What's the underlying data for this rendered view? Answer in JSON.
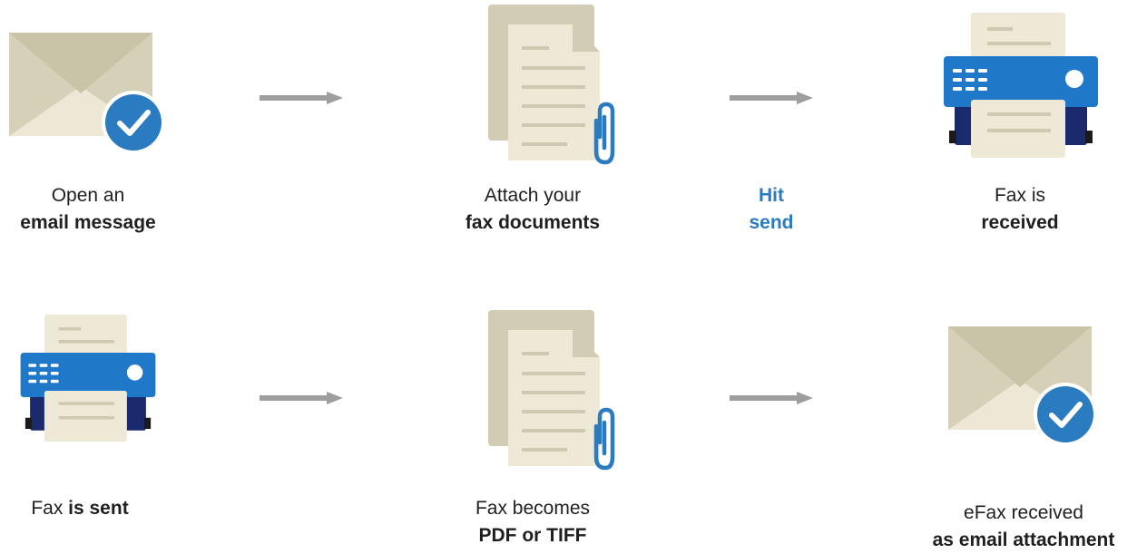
{
  "colors": {
    "envelope_back": "#d6d0b8",
    "envelope_front": "#ede8d6",
    "envelope_flap": "#c9c3a8",
    "check_blue": "#2b7bc1",
    "document_back": "#d2ccb5",
    "document_front": "#eee9d6",
    "document_lines": "#d0c9b1",
    "fax_blue": "#1f78c8",
    "fax_navy": "#1a2a6c",
    "arrow_gray": "#9e9e9e",
    "hit_send_blue": "#2b7bc1"
  },
  "steps": {
    "open_email": {
      "icon": "envelope-check-icon",
      "line1": "Open an",
      "line2": "email message"
    },
    "attach_docs": {
      "icon": "document-paperclip-icon",
      "line1": "Attach your",
      "line2": "fax documents"
    },
    "hit_send": {
      "line1": "Hit",
      "line2": "send"
    },
    "fax_received": {
      "icon": "fax-machine-icon",
      "line1": "Fax is",
      "line2": "received"
    },
    "fax_sent": {
      "icon": "fax-machine-icon",
      "text": "Fax ",
      "bold": "is sent"
    },
    "fax_becomes": {
      "icon": "document-paperclip-icon",
      "line1": "Fax becomes",
      "line2": "PDF or TIFF"
    },
    "efax_received": {
      "icon": "envelope-check-icon",
      "line1": "eFax received",
      "line2": "as email attachment"
    }
  }
}
